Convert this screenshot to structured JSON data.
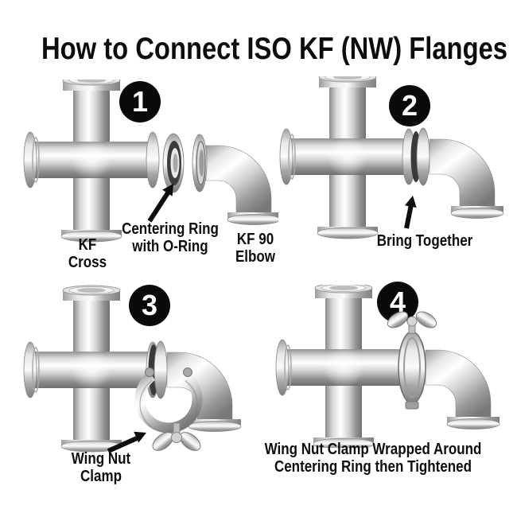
{
  "title": "How to Connect ISO KF (NW) Flanges",
  "colors": {
    "background": "#ffffff",
    "text": "#0d0d0d",
    "badge_background": "#0a0a0a",
    "badge_number": "#ffffff",
    "metal_light": "#ffffff",
    "metal_mid": "#c9c9c9",
    "metal_dark": "#787878",
    "o_ring_dark": "#3a3a3a"
  },
  "steps": [
    {
      "number": "1",
      "labels": {
        "cross": "KF\nCross",
        "centering_ring": "Centering Ring\nwith O-Ring",
        "elbow": "KF 90\nElbow"
      }
    },
    {
      "number": "2",
      "labels": {
        "action": "Bring Together"
      }
    },
    {
      "number": "3",
      "labels": {
        "clamp": "Wing Nut\nClamp"
      }
    },
    {
      "number": "4",
      "labels": {
        "caption": "Wing Nut Clamp Wrapped Around\nCentering Ring then Tightened"
      }
    }
  ]
}
